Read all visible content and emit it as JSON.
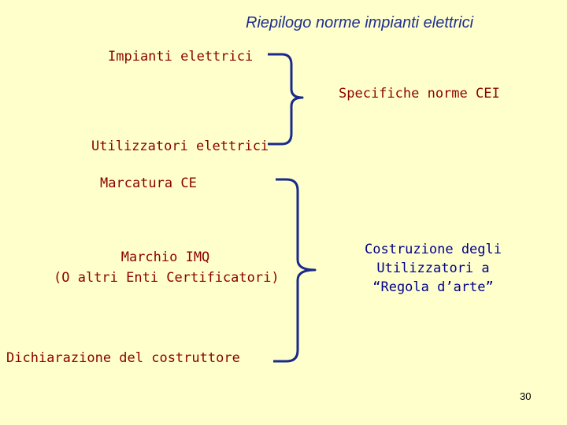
{
  "title": "Riepilogo norme impianti elettrici",
  "group1": {
    "inputs": [
      "Impianti elettrici",
      "Utilizzatori elettrici"
    ],
    "result": "Specifiche norme CEI"
  },
  "group2": {
    "inputs": [
      "Marcatura CE",
      "Marchio IMQ",
      "(O  altri Enti Certificatori)",
      "Dichiarazione del costruttore"
    ],
    "result": [
      "Costruzione degli",
      "Utilizzatori a",
      "“Regola d’arte”"
    ]
  },
  "page_number": "30",
  "colors": {
    "background": "#FFFFCC",
    "title": "#1F2F8F",
    "item_text": "#8B0000",
    "result_text": "#00008B",
    "brace": "#1A2A8A"
  }
}
